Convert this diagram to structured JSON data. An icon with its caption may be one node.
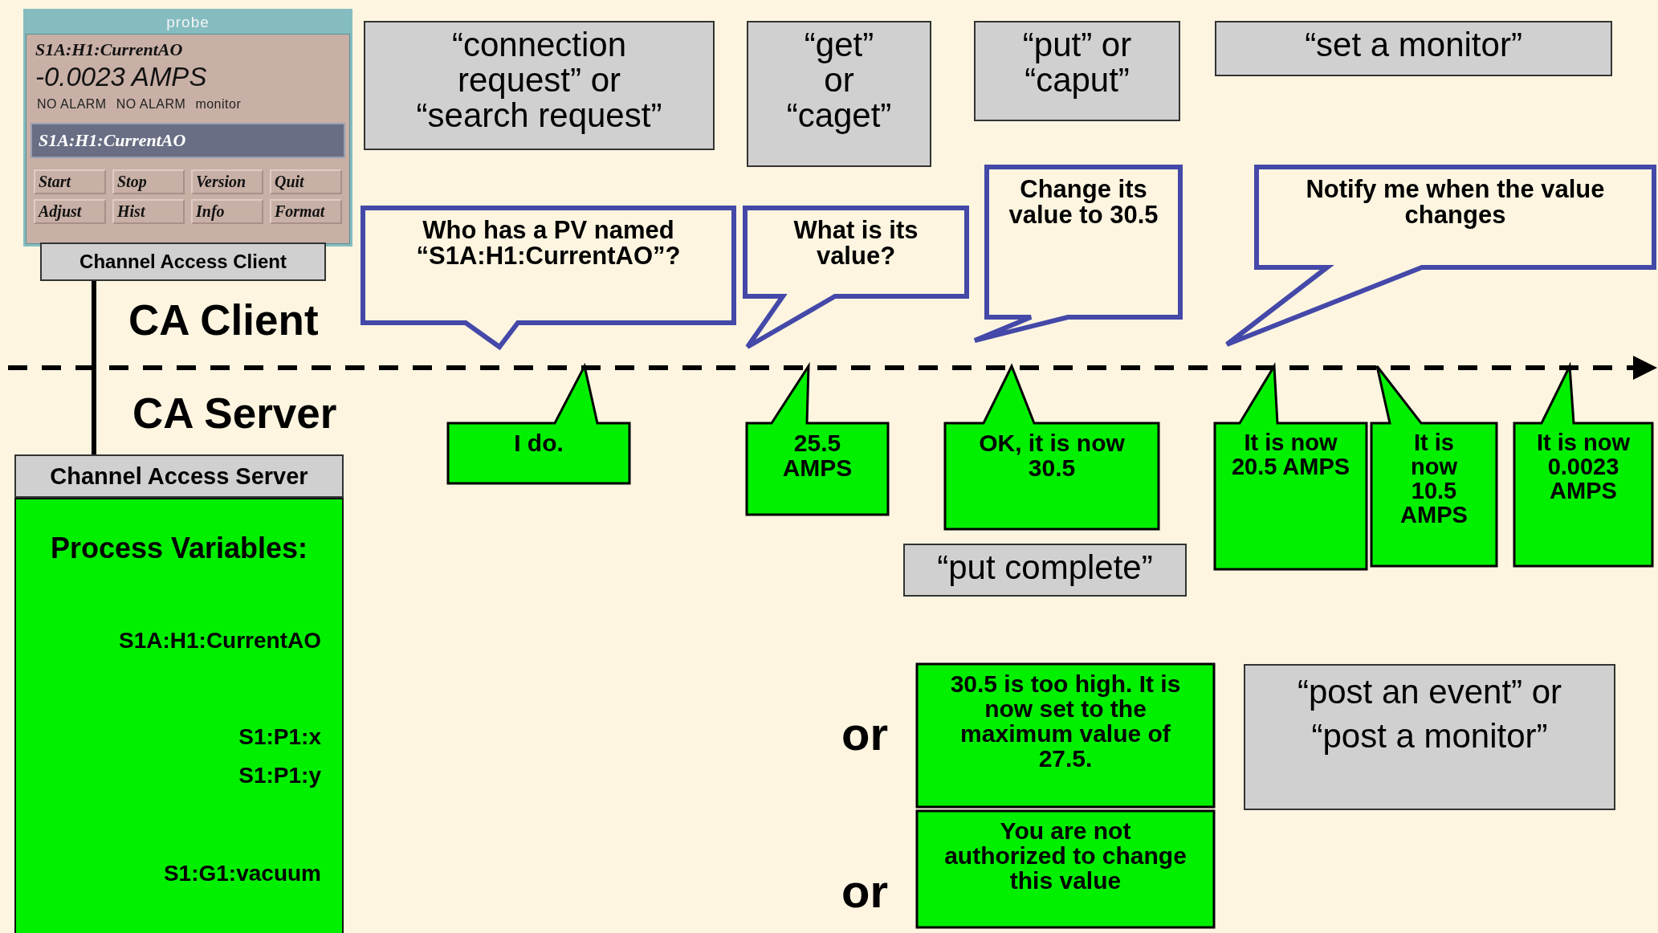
{
  "diagram": {
    "nodes": [
      {
        "text": [
          "probe",
          "S1A:H1:CurrentAO",
          "-0.0023 AMPS",
          "NO ALARM",
          "NO ALARM",
          "monitor",
          "S1A:H1:CurrentAO",
          "Start",
          "Stop",
          "Version",
          "Quit",
          "Adjust",
          "Hist",
          "Info",
          "Format"
        ]
      },
      {
        "text": [
          "“connection request” or “search request”"
        ]
      },
      {
        "text": [
          "“get” or “caget”"
        ]
      },
      {
        "text": [
          "“put” or “caput”"
        ]
      },
      {
        "text": [
          "“set a monitor”"
        ]
      },
      {
        "text": [
          "Who has a PV named “S1A:H1:CurrentAO”?"
        ]
      },
      {
        "text": [
          "What is its value?"
        ]
      },
      {
        "text": [
          "Change its value to 30.5"
        ]
      },
      {
        "text": [
          "Notify me when the value changes"
        ]
      },
      {
        "text": [
          "Channel Access Client"
        ]
      },
      {
        "text": [
          "I do."
        ]
      },
      {
        "text": [
          "25.5 AMPS"
        ]
      },
      {
        "text": [
          "OK, it is now 30.5"
        ]
      },
      {
        "text": [
          "It is now 20.5 AMPS"
        ]
      },
      {
        "text": [
          "It is now 10.5 AMPS"
        ]
      },
      {
        "text": [
          "It is now 0.0023 AMPS"
        ]
      },
      {
        "text": [
          "Channel Access Server"
        ]
      },
      {
        "text": [
          "Process Variables:",
          "S1A:H1:CurrentAO",
          "S1:P1:x",
          "S1:P1:y",
          "S1:G1:vacuum"
        ]
      },
      {
        "text": [
          "“put complete”"
        ]
      },
      {
        "text": [
          "30.5 is too high. It is now set to the maximum value of 27.5."
        ]
      },
      {
        "text": [
          "“post an event” or “post a monitor”"
        ]
      },
      {
        "text": [
          "You are not authorized to change this value"
        ]
      }
    ],
    "edges": [
      {
        "from": 9,
        "to": 16,
        "arrow": "none"
      }
    ],
    "labels": [
      "CA Client",
      "CA Server",
      "or",
      "or"
    ]
  }
}
